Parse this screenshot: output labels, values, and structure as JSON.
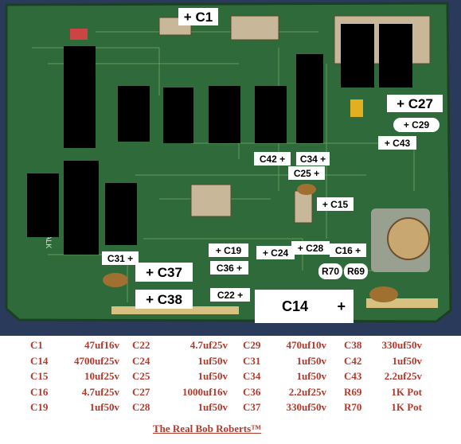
{
  "board": {
    "labels": {
      "c1": "+ C1",
      "c27": "+ C27",
      "c29": "+ C29",
      "c43": "+ C43",
      "c42": "C42 +",
      "c34": "C34 +",
      "c25": "C25 +",
      "c15": "+ C15",
      "c31": "C31 +",
      "c19": "+ C19",
      "c24": "+ C24",
      "c28": "+ C28",
      "c16": "C16 +",
      "c36": "C36 +",
      "c37": "+ C37",
      "c38": "+ C38",
      "c22": "C22 +",
      "c14_name": "C14",
      "c14_plus": "+",
      "r70": "R70",
      "r69": "R69"
    },
    "silkscreen": "SQUAWK & TALK"
  },
  "legend": {
    "rows": [
      [
        [
          "C1",
          "47uf16v"
        ],
        [
          "C22",
          "4.7uf25v"
        ],
        [
          "C29",
          "470uf10v"
        ],
        [
          "C38",
          "330uf50v"
        ]
      ],
      [
        [
          "C14",
          "4700uf25v"
        ],
        [
          "C24",
          "1uf50v"
        ],
        [
          "C31",
          "1uf50v"
        ],
        [
          "C42",
          "1uf50v"
        ]
      ],
      [
        [
          "C15",
          "10uf25v"
        ],
        [
          "C25",
          "1uf50v"
        ],
        [
          "C34",
          "1uf50v"
        ],
        [
          "C43",
          "2.2uf25v"
        ]
      ],
      [
        [
          "C16",
          "4.7uf25v"
        ],
        [
          "C27",
          "1000uf16v"
        ],
        [
          "C36",
          "2.2uf25v"
        ],
        [
          "R69",
          "1K Pot"
        ]
      ],
      [
        [
          "C19",
          "1uf50v"
        ],
        [
          "C28",
          "1uf50v"
        ],
        [
          "C37",
          "330uf50v"
        ],
        [
          "R70",
          "1K Pot"
        ]
      ]
    ]
  },
  "credit": "The Real Bob Roberts™",
  "colors": {
    "board_green": "#2f6b3a",
    "board_dark": "#1f4f2a",
    "trace": "#8fbf7a",
    "legend_text": "#b23a2c"
  }
}
